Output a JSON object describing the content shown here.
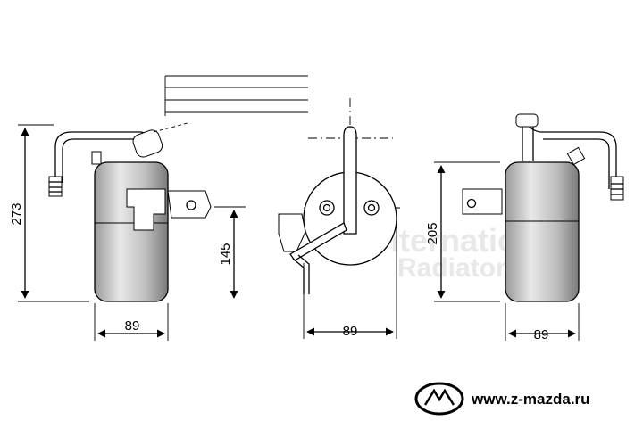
{
  "drawing": {
    "views": [
      {
        "name": "left-side-view",
        "dimensions": {
          "height": "273",
          "lower": "145",
          "width": "89"
        }
      },
      {
        "name": "top-view",
        "dimensions": {
          "width": "89"
        }
      },
      {
        "name": "right-side-view",
        "dimensions": {
          "height": "205",
          "width": "89"
        }
      }
    ]
  },
  "watermark": {
    "line1": "International",
    "line2": "Radiators"
  },
  "brand": {
    "url": "www.z-mazda.ru",
    "logo_icon": "mazda-logo-icon"
  },
  "colors": {
    "line": "#000000",
    "watermark": "#e6e6e6",
    "drier_fill": "#d4d4d4"
  }
}
